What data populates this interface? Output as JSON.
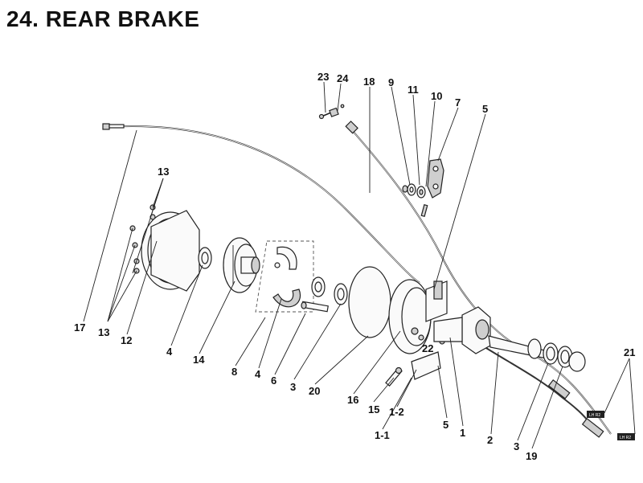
{
  "title": "24. REAR BRAKE",
  "callouts": {
    "p23": "23",
    "p24": "24",
    "p18": "18",
    "p9": "9",
    "p11": "11",
    "p10": "10",
    "p7": "7",
    "p5a": "5",
    "p13a": "13",
    "p17": "17",
    "p13b": "13",
    "p12": "12",
    "p4a": "4",
    "p14": "14",
    "p8": "8",
    "p4b": "4",
    "p6": "6",
    "p3a": "3",
    "p20": "20",
    "p22": "22",
    "p16": "16",
    "p15": "15",
    "p1_2": "1-2",
    "p1_1": "1-1",
    "p5b": "5",
    "p1": "1",
    "p2": "2",
    "p3b": "3",
    "p19": "19",
    "p21": "21"
  }
}
